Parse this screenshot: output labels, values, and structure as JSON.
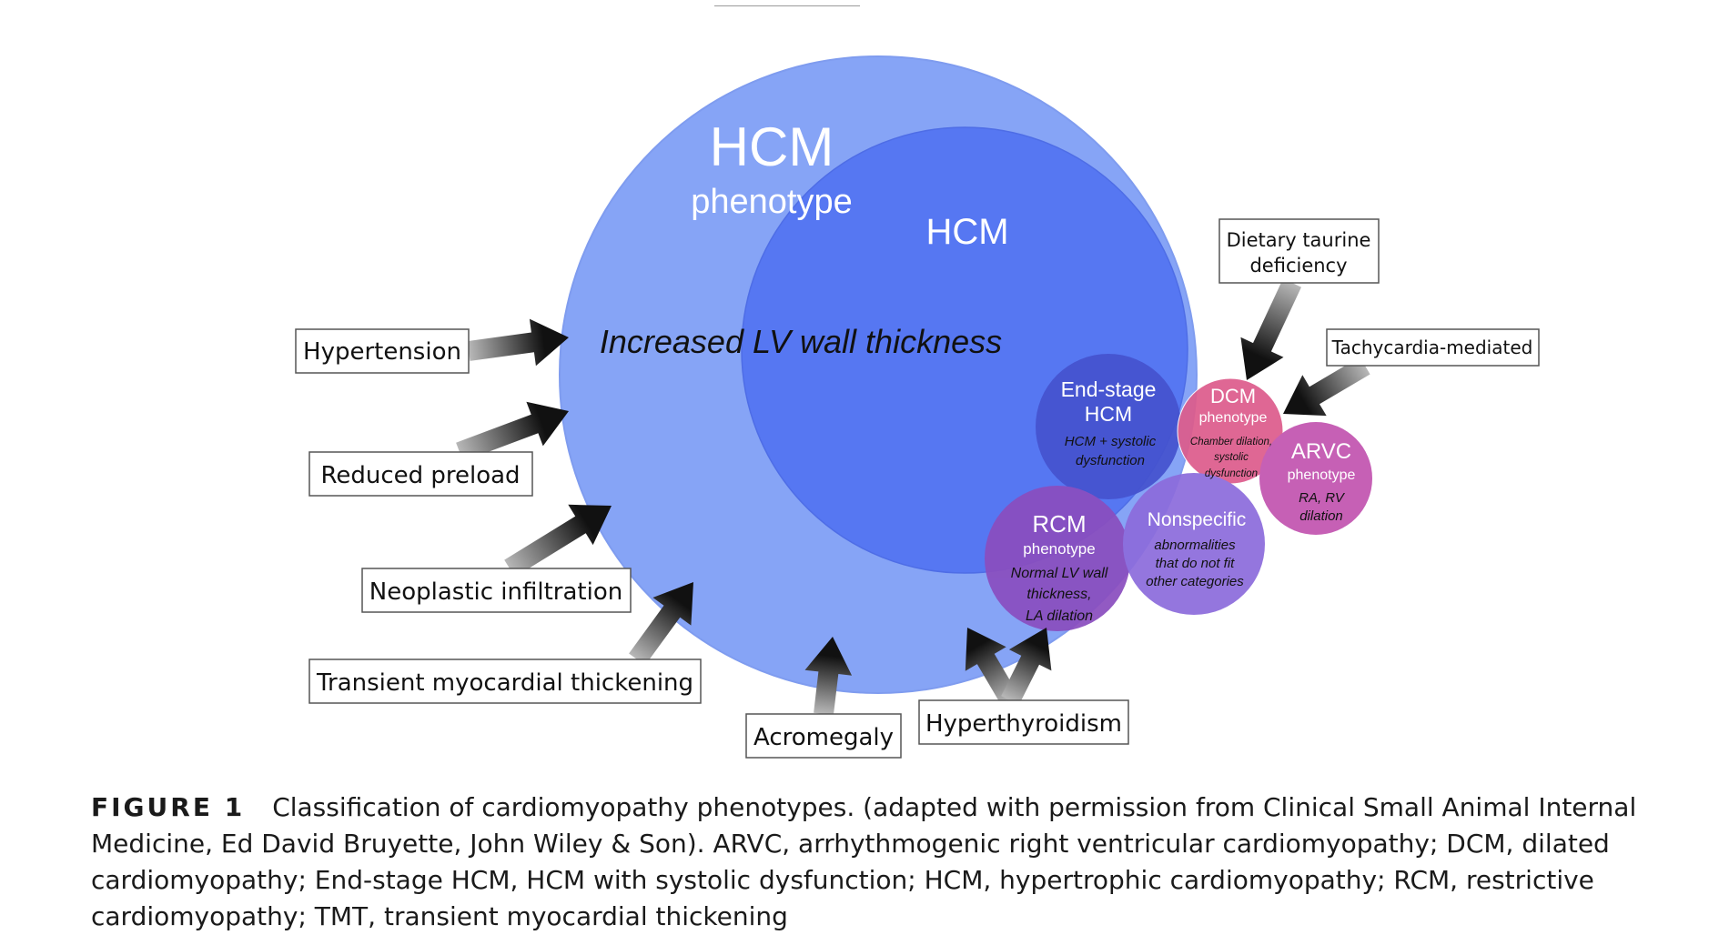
{
  "colors": {
    "outer_circle": "#86a4f6",
    "inner_circle": "#5677f2",
    "end_stage": "#4553cf",
    "dcm": "#dd5c8c",
    "arvc": "#c255b0",
    "rcm": "#8a4ebf",
    "nonspecific": "#8c6cdc",
    "box_border": "#555555",
    "arrow_dark": "#111111",
    "arrow_light": "#b8b8b8"
  },
  "labels": {
    "hcm_phenotype_title": "HCM",
    "hcm_phenotype_sub": "phenotype",
    "hcm_inner": "HCM",
    "increased_lv": "Increased LV wall thickness",
    "end_stage_1": "End-stage",
    "end_stage_2": "HCM",
    "end_stage_desc_1": "HCM + systolic",
    "end_stage_desc_2": "dysfunction",
    "dcm_title": "DCM",
    "dcm_sub": "phenotype",
    "dcm_desc_1": "Chamber dilation,",
    "dcm_desc_2": "systolic",
    "dcm_desc_3": "dysfunction",
    "arvc_title": "ARVC",
    "arvc_sub": "phenotype",
    "arvc_desc_1": "RA, RV",
    "arvc_desc_2": "dilation",
    "rcm_title": "RCM",
    "rcm_sub": "phenotype",
    "rcm_desc_1": "Normal LV wall",
    "rcm_desc_2": "thickness,",
    "rcm_desc_3": "LA dilation",
    "nonspecific_title": "Nonspecific",
    "nonspecific_desc_1": "abnormalities",
    "nonspecific_desc_2": "that do not fit",
    "nonspecific_desc_3": "other categories"
  },
  "boxes": {
    "hypertension": "Hypertension",
    "reduced_preload": "Reduced preload",
    "neoplastic": "Neoplastic infiltration",
    "transient": "Transient myocardial thickening",
    "acromegaly": "Acromegaly",
    "hyperthyroidism": "Hyperthyroidism",
    "taurine_1": "Dietary taurine",
    "taurine_2": "deficiency",
    "tachycardia": "Tachycardia-mediated"
  },
  "caption": {
    "label": "FIGURE 1",
    "text": "Classification of cardiomyopathy phenotypes. (adapted with permission from Clinical Small Animal Internal Medicine, Ed David Bruyette, John Wiley & Son). ARVC, arrhythmogenic right ventricular cardiomyopathy; DCM, dilated cardiomyopathy; End-stage HCM, HCM with systolic dysfunction; HCM, hypertrophic cardiomyopathy; RCM, restrictive cardiomyopathy; TMT, transient myocardial thickening"
  }
}
